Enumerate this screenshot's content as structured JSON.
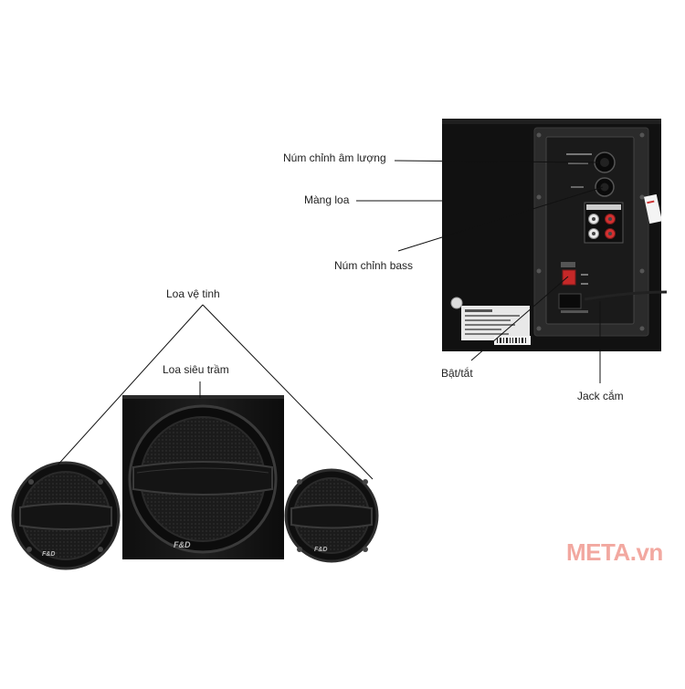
{
  "labels": {
    "volume_knob": "Núm chỉnh âm lượng",
    "speaker_grille": "Màng loa",
    "bass_knob": "Núm chỉnh bass",
    "satellite_speaker": "Loa vệ tinh",
    "subwoofer": "Loa siêu trầm",
    "power_switch": "Bật/tắt",
    "input_jack": "Jack cắm"
  },
  "brand": {
    "logo_text": "F&D"
  },
  "watermark": {
    "text": "META.vn",
    "color": "#f2a8a0"
  },
  "colors": {
    "cabinet": "#141414",
    "panel": "#2a2a2a",
    "grille": "#1c1c1c",
    "jack_red": "#d23030",
    "jack_white": "#e8e8e8",
    "background": "#ffffff"
  }
}
